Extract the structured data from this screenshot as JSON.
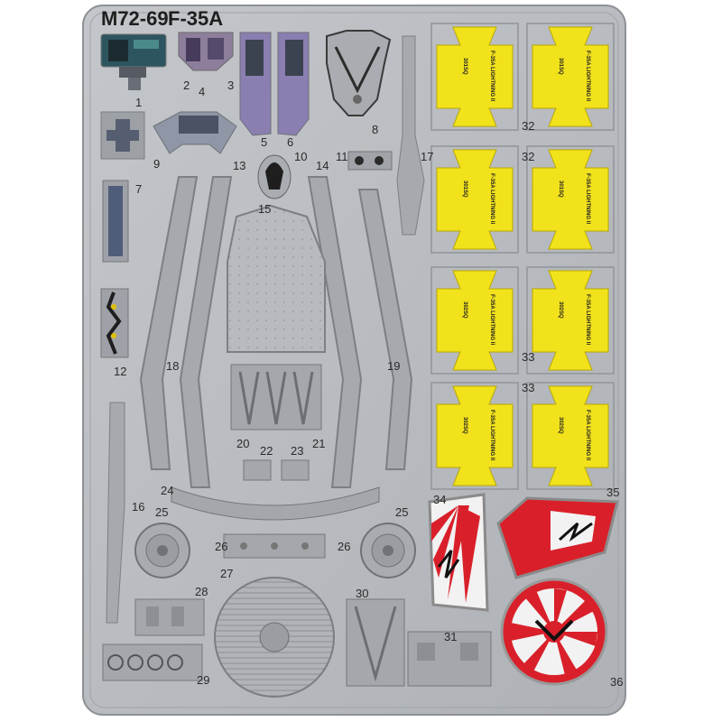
{
  "sheet": {
    "code": "M72-69",
    "model": "F-35A"
  },
  "part_numbers": [
    "1",
    "2",
    "3",
    "4",
    "5",
    "6",
    "7",
    "8",
    "9",
    "10",
    "11",
    "12",
    "13",
    "14",
    "15",
    "16",
    "17",
    "18",
    "19",
    "20",
    "21",
    "22",
    "23",
    "24",
    "25",
    "25",
    "26",
    "26",
    "27",
    "28",
    "29",
    "30",
    "31",
    "32",
    "32",
    "33",
    "33",
    "34",
    "35",
    "36"
  ],
  "belt_texts": {
    "code_a": "301SQ",
    "code_b": "302SQ",
    "type": "F-35A LIGHTNING II"
  },
  "colors": {
    "fret_metal": "#b9bcc0",
    "fret_edge": "#8e9196",
    "frame": "#a8abb0",
    "belt_yellow": "#f2e21c",
    "belt_edge": "#b8a800",
    "insignia_red": "#d9202a",
    "panel_dark": "#3b4250",
    "panel_purple": "#8a7fb0",
    "title_text": "#1e1e1e"
  }
}
